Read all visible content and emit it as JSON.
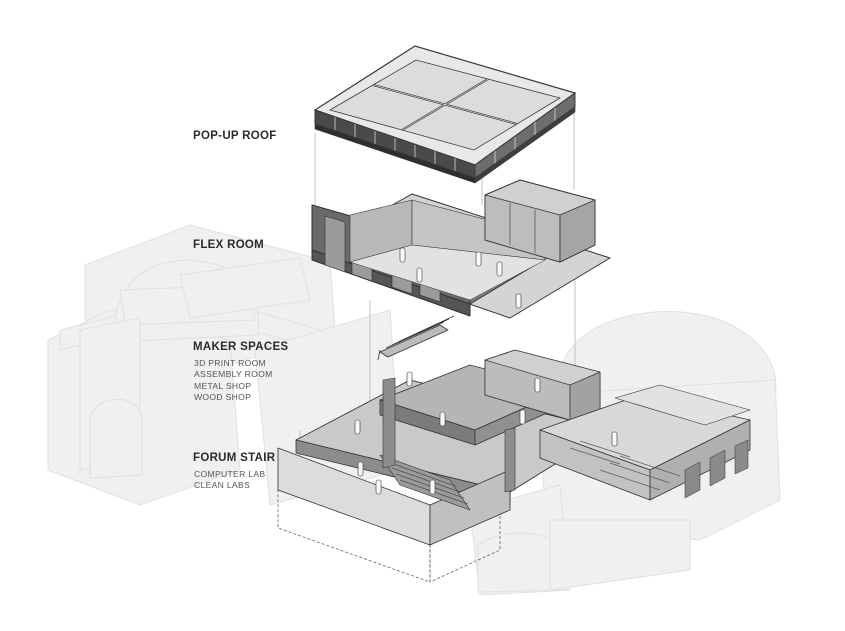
{
  "labels": {
    "roof": {
      "title": "POP-UP ROOF"
    },
    "flex": {
      "title": "FLEX ROOM"
    },
    "maker": {
      "title": "MAKER SPACES",
      "items": [
        "3D PRINT ROOM",
        "ASSEMBLY ROOM",
        "METAL SHOP",
        "WOOD SHOP"
      ]
    },
    "forum": {
      "title": "FORUM STAIR",
      "items": [
        "COMPUTER LAB",
        "CLEAN LABS"
      ]
    }
  },
  "colors": {
    "background": "#ffffff",
    "ghost_building": "#eeeeee",
    "line_dark": "#3a3a3a",
    "fill_dark": "#6a6a6a",
    "fill_mid": "#9a9a9a",
    "text": "#2b2b2b"
  }
}
